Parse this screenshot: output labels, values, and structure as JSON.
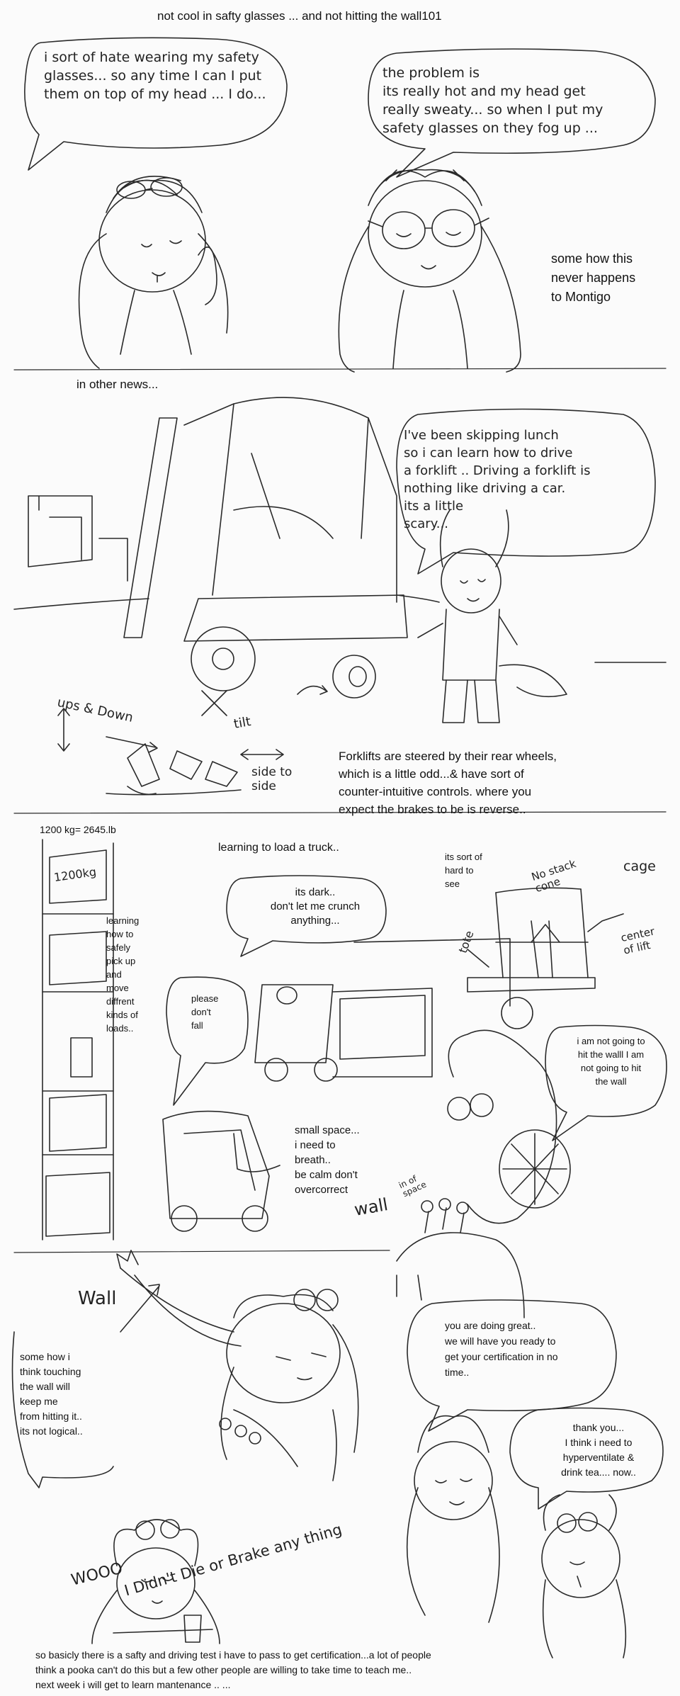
{
  "title": "not cool in safty glasses ... and not hitting the wall101",
  "panel1": {
    "bubble_left": "i sort of hate wearing my safety\nglasses... so any time I can I put\nthem on top of my head ... I do...",
    "bubble_right": "the problem is\nits really hot and my head get\nreally sweaty... so when I put my\nsafety glasses on they fog up ...",
    "aside": "some how this\nnever happens\nto Montigo"
  },
  "panel2": {
    "heading": "in other news...",
    "bubble": "I've been skipping lunch\nso i can learn how to drive\na forklift .. Driving a forklift is\nnothing like driving a car.\n              its a little\n                   scary...",
    "control_labels": {
      "up_down": "ups & Down",
      "tilt": "tilt",
      "side": "side to side"
    },
    "caption": "Forklifts are steered by their rear wheels,\nwhich is a little odd...& have sort of\n  counter-intuitive  controls.  where you\nexpect the  brakes to be is reverse.."
  },
  "panel3": {
    "weight_note": "1200 kg= 2645.lb",
    "crate_label": "1200kg",
    "heading": "learning to load a truck..",
    "bubble_dark": "its dark..\ndon't let me crunch\nanything...",
    "note_left": "learning\nhow to\nsafely\npick up\nand\nmove\ndiffrent\nkinds of\nloads..",
    "bubble_please": "please\ndon't\nfall",
    "note_hard": "its sort of\nhard to\nsee",
    "diagram_labels": {
      "no_stack": "No stack\ncone",
      "cage": "cage",
      "center": "center\nof lift",
      "tote": "tote"
    },
    "bubble_wall": "i am not going to\nhit the walll I am\nnot going to hit\nthe wall",
    "note_space": "small space...\ni need to\nbreath..\nbe calm don't\novercorrect",
    "wall_small": "wall",
    "space_label": "in of\nspace"
  },
  "panel4": {
    "wall_big": "Wall",
    "note_touch": "some how i\nthink touching\nthe wall will\nkeep me\nfrom hitting it..\nits not logical..",
    "bubble_great": "you are doing great..\nwe will have you ready to\nget your certification in no\ntime..",
    "bubble_thanks": "thank you...\nI think i need to\nhyperventilate &\ndrink tea.... now..",
    "woo": "WOOO",
    "cheer": "I Didn't Die or Brake any thing",
    "footer": "so basicly there is a safty and driving test i have to pass to get certification...a lot of people\nthink a pooka can't do this but a few other people are willing to take time to teach me..\nnext week i will get to learn  mantenance .. ..."
  }
}
